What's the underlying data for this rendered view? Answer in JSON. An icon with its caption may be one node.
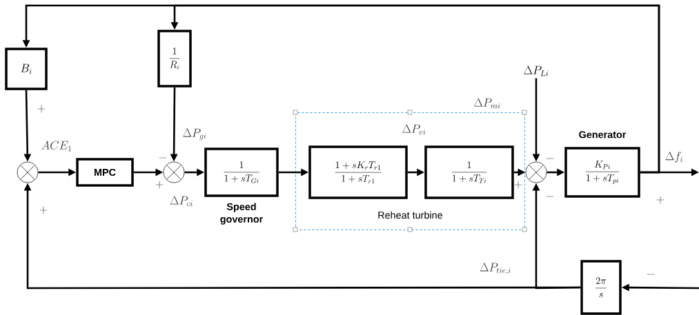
{
  "diagram": {
    "nodes": [
      {
        "text": [
          "B_{i}"
        ]
      },
      {
        "text": [
          "\\frac{1}{R_{i}}"
        ]
      },
      {
        "text": [],
        "shape": "circle"
      },
      {
        "text": [
          "MPC"
        ]
      },
      {
        "text": [],
        "shape": "circle"
      },
      {
        "text": [
          "\\frac{1}{1+sT_{Gi}}",
          "Speed governor"
        ]
      },
      {
        "text": [
          "Reheat turbine"
        ]
      },
      {
        "text": [
          "\\frac{1+sK_{r}T_{r1}}{1+sT_{r1}}"
        ],
        "in": 6
      },
      {
        "text": [
          "\\frac{1}{1+sT_{Ti}}"
        ],
        "in": 6
      },
      {
        "text": [],
        "shape": "circle"
      },
      {
        "text": [
          "Generator",
          "\\frac{K_{Pi}}{1+sT_{pi}}"
        ]
      },
      {
        "text": [
          "\\frac{2\\pi}{s}"
        ]
      },
      {
        "text": [
          "\\Delta P_{Li}"
        ]
      }
    ],
    "edges": [
      {
        "from": 10,
        "to": 0,
        "arrow": "to"
      },
      {
        "from": 10,
        "to": 1,
        "arrow": "to"
      },
      {
        "from": 0,
        "to": 2,
        "arrow": "to"
      },
      {
        "from": 1,
        "to": 4,
        "arrow": "to"
      },
      {
        "from": 2,
        "to": 3,
        "arrow": "to"
      },
      {
        "from": 3,
        "to": 4,
        "arrow": "to"
      },
      {
        "from": 4,
        "to": 5,
        "arrow": "to"
      },
      {
        "from": 5,
        "to": 7,
        "arrow": "to"
      },
      {
        "from": 7,
        "to": 8,
        "arrow": "to"
      },
      {
        "from": 8,
        "to": 9,
        "arrow": "to"
      },
      {
        "from": 12,
        "to": 9,
        "arrow": "to"
      },
      {
        "from": 9,
        "to": 10,
        "arrow": "to"
      },
      {
        "from": 10,
        "to": null,
        "arrow": "to"
      },
      {
        "from": 11,
        "to": 2,
        "arrow": "to"
      },
      {
        "from": 11,
        "to": 9,
        "arrow": "to"
      },
      {
        "from": null,
        "to": 11,
        "arrow": "to"
      }
    ],
    "labels": [
      "+",
      "ACE_{1}",
      "+",
      "-",
      "+",
      "\\Delta P_{gi}",
      "\\Delta P_{ci}",
      "\\Delta P_{vi}",
      "\\Delta P_{mi}",
      "-",
      "+",
      "-",
      "\\Delta f_{i}",
      "+",
      "\\Delta P_{tie,i}",
      "-"
    ]
  }
}
